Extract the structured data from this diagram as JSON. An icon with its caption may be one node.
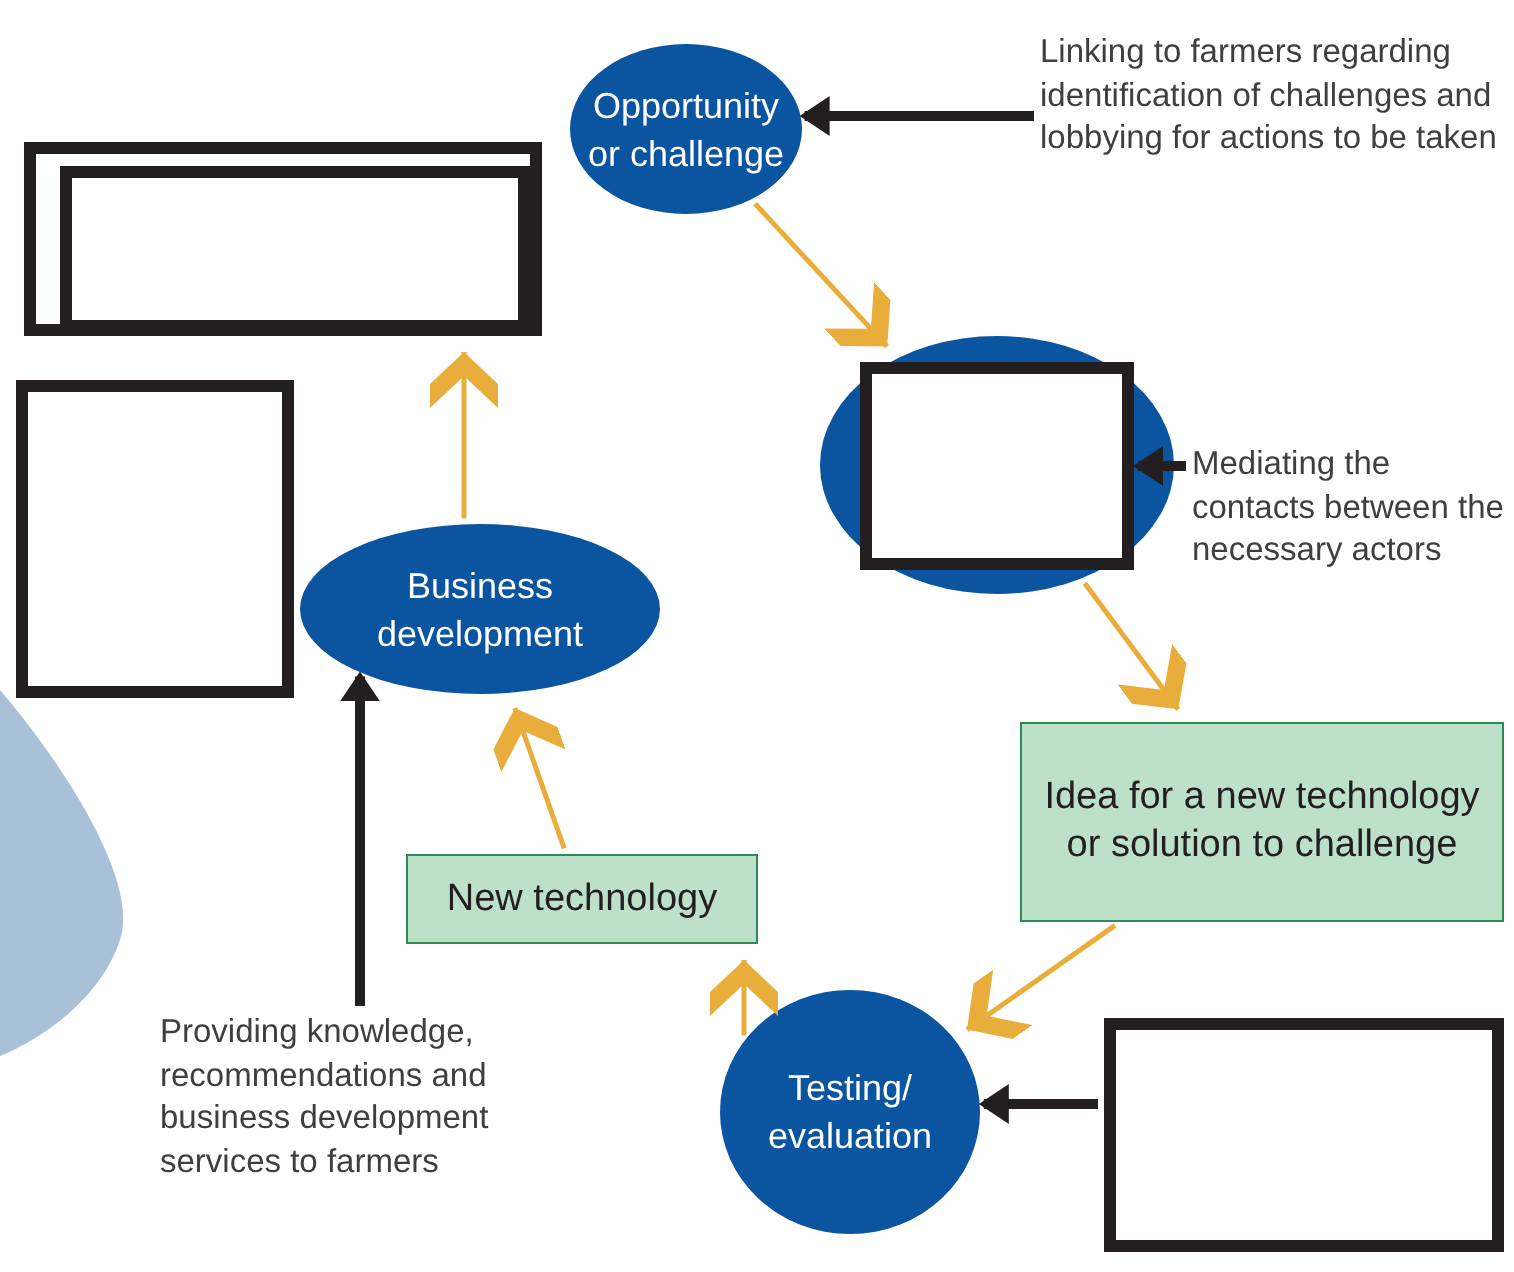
{
  "diagram": {
    "nodes": [
      {
        "text": [
          "Opportunity or challenge"
        ]
      },
      {
        "text": [
          "Linking to farmers regarding identification of challenges and lobbying for actions to be taken"
        ]
      },
      {
        "text": [],
        "shape": "circle"
      },
      {
        "text": [],
        "shape": "box",
        "in": 2
      },
      {
        "text": [
          "Mediating the contacts between the necessary actors"
        ]
      },
      {
        "text": [
          "Idea for a new technology or solution to challenge"
        ]
      },
      {
        "text": [
          "Testing/ evaluation"
        ]
      },
      {
        "text": [],
        "shape": "box"
      },
      {
        "text": [
          "New technology"
        ]
      },
      {
        "text": [
          "Business development"
        ]
      },
      {
        "text": [
          "Providing knowledge, recommendations and business development services to farmers"
        ]
      },
      {
        "text": [],
        "shape": "box"
      },
      {
        "text": [],
        "shape": "box",
        "in": 11
      },
      {
        "text": [],
        "shape": "box"
      },
      {
        "text": [],
        "shape": "blob"
      }
    ],
    "edges": [
      {
        "from": 0,
        "to": 2,
        "arrow": "to"
      },
      {
        "from": 2,
        "to": 5,
        "arrow": "to"
      },
      {
        "from": 5,
        "to": 6,
        "arrow": "to"
      },
      {
        "from": 6,
        "to": 8,
        "arrow": "to"
      },
      {
        "from": 8,
        "to": 9,
        "arrow": "to"
      },
      {
        "from": 9,
        "to": 11,
        "arrow": "to"
      },
      {
        "from": 1,
        "to": 0,
        "arrow": "to",
        "style": "thick",
        "color": "#231f20"
      },
      {
        "from": 4,
        "to": 3,
        "arrow": "to",
        "style": "thick",
        "color": "#231f20"
      },
      {
        "from": 7,
        "to": 6,
        "arrow": "to",
        "style": "thick",
        "color": "#231f20"
      },
      {
        "from": 10,
        "to": 9,
        "arrow": "to",
        "style": "thick",
        "color": "#231f20"
      }
    ]
  }
}
